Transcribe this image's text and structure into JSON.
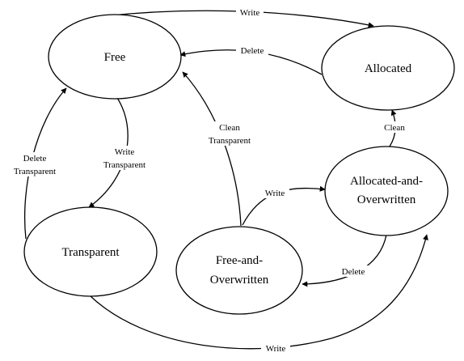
{
  "nodes": {
    "free": {
      "label": "Free"
    },
    "allocated": {
      "label": "Allocated"
    },
    "allocated_overwritten": {
      "label_lines": [
        "Allocated-and-",
        "Overwritten"
      ]
    },
    "transparent": {
      "label": "Transparent"
    },
    "free_overwritten": {
      "label_lines": [
        "Free-and-",
        "Overwritten"
      ]
    }
  },
  "edges": {
    "free_to_allocated": {
      "label": "Write"
    },
    "allocated_to_free": {
      "label": "Delete"
    },
    "allocated_overwritten_to_allocated": {
      "label": "Clean"
    },
    "free_overwritten_to_free": {
      "label_lines": [
        "Clean",
        "Transparent"
      ]
    },
    "free_to_transparent": {
      "label_lines": [
        "Write",
        "Transparent"
      ]
    },
    "transparent_to_free": {
      "label_lines": [
        "Delete",
        "Transparent"
      ]
    },
    "free_overwritten_to_allocated_overwritten": {
      "label": "Write"
    },
    "allocated_overwritten_to_free_overwritten": {
      "label": "Delete"
    },
    "transparent_to_allocated_overwritten": {
      "label": "Write"
    }
  }
}
